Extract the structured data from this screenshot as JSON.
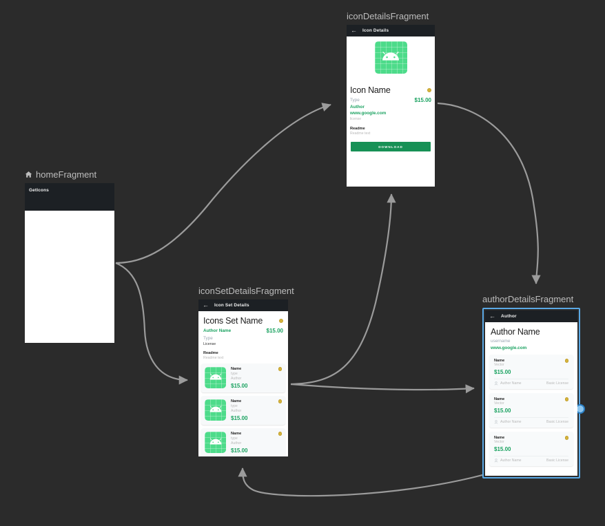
{
  "theme": {
    "canvas_bg": "#2b2b2b",
    "toolbar_bg": "#1c2024",
    "accent_green": "#1aa260",
    "badge_gold": "#d6b43c",
    "selection_blue": "#5aa9e6",
    "arrow_grey": "#9b9b9b"
  },
  "nodes": {
    "home": {
      "label": "homeFragment",
      "icon": "home-icon",
      "toolbar_title": "GetIcons"
    },
    "icon_details": {
      "label": "iconDetailsFragment",
      "toolbar": {
        "back": "back-arrow-icon",
        "title": "Icon Details"
      },
      "title": "Icon Name",
      "type": "Type",
      "author": "Author",
      "website": "www.google.com",
      "license": "license",
      "readme_heading": "Readme",
      "readme_text": "Readme text",
      "price": "$15.00",
      "download_label": "DOWNLOAD"
    },
    "icon_set_details": {
      "label": "iconSetDetailsFragment",
      "toolbar": {
        "back": "back-arrow-icon",
        "title": "Icon Set Details"
      },
      "title": "Icons Set Name",
      "author": "Author Name",
      "price": "$15.00",
      "type": "Type",
      "license": "License",
      "readme_heading": "Readme",
      "readme_text": "Readme text",
      "items": [
        {
          "name": "Name",
          "type": "type",
          "author": "Author",
          "price": "$15.00"
        },
        {
          "name": "Name",
          "type": "type",
          "author": "Author",
          "price": "$15.00"
        },
        {
          "name": "Name",
          "type": "type",
          "author": "Author",
          "price": "$15.00"
        }
      ]
    },
    "author_details": {
      "label": "authorDetailsFragment",
      "toolbar": {
        "back": "back-arrow-icon",
        "title": "Author"
      },
      "title": "Author Name",
      "username": "username",
      "website": "www.google.com",
      "items": [
        {
          "name": "Name",
          "type": "Vector",
          "price": "$15.00",
          "author": "Author Name",
          "license": "Basic License"
        },
        {
          "name": "Name",
          "type": "Vector",
          "price": "$15.00",
          "author": "Author Name",
          "license": "Basic License"
        },
        {
          "name": "Name",
          "type": "Vector",
          "price": "$15.00",
          "author": "Author Name",
          "license": "Basic License"
        }
      ]
    }
  }
}
